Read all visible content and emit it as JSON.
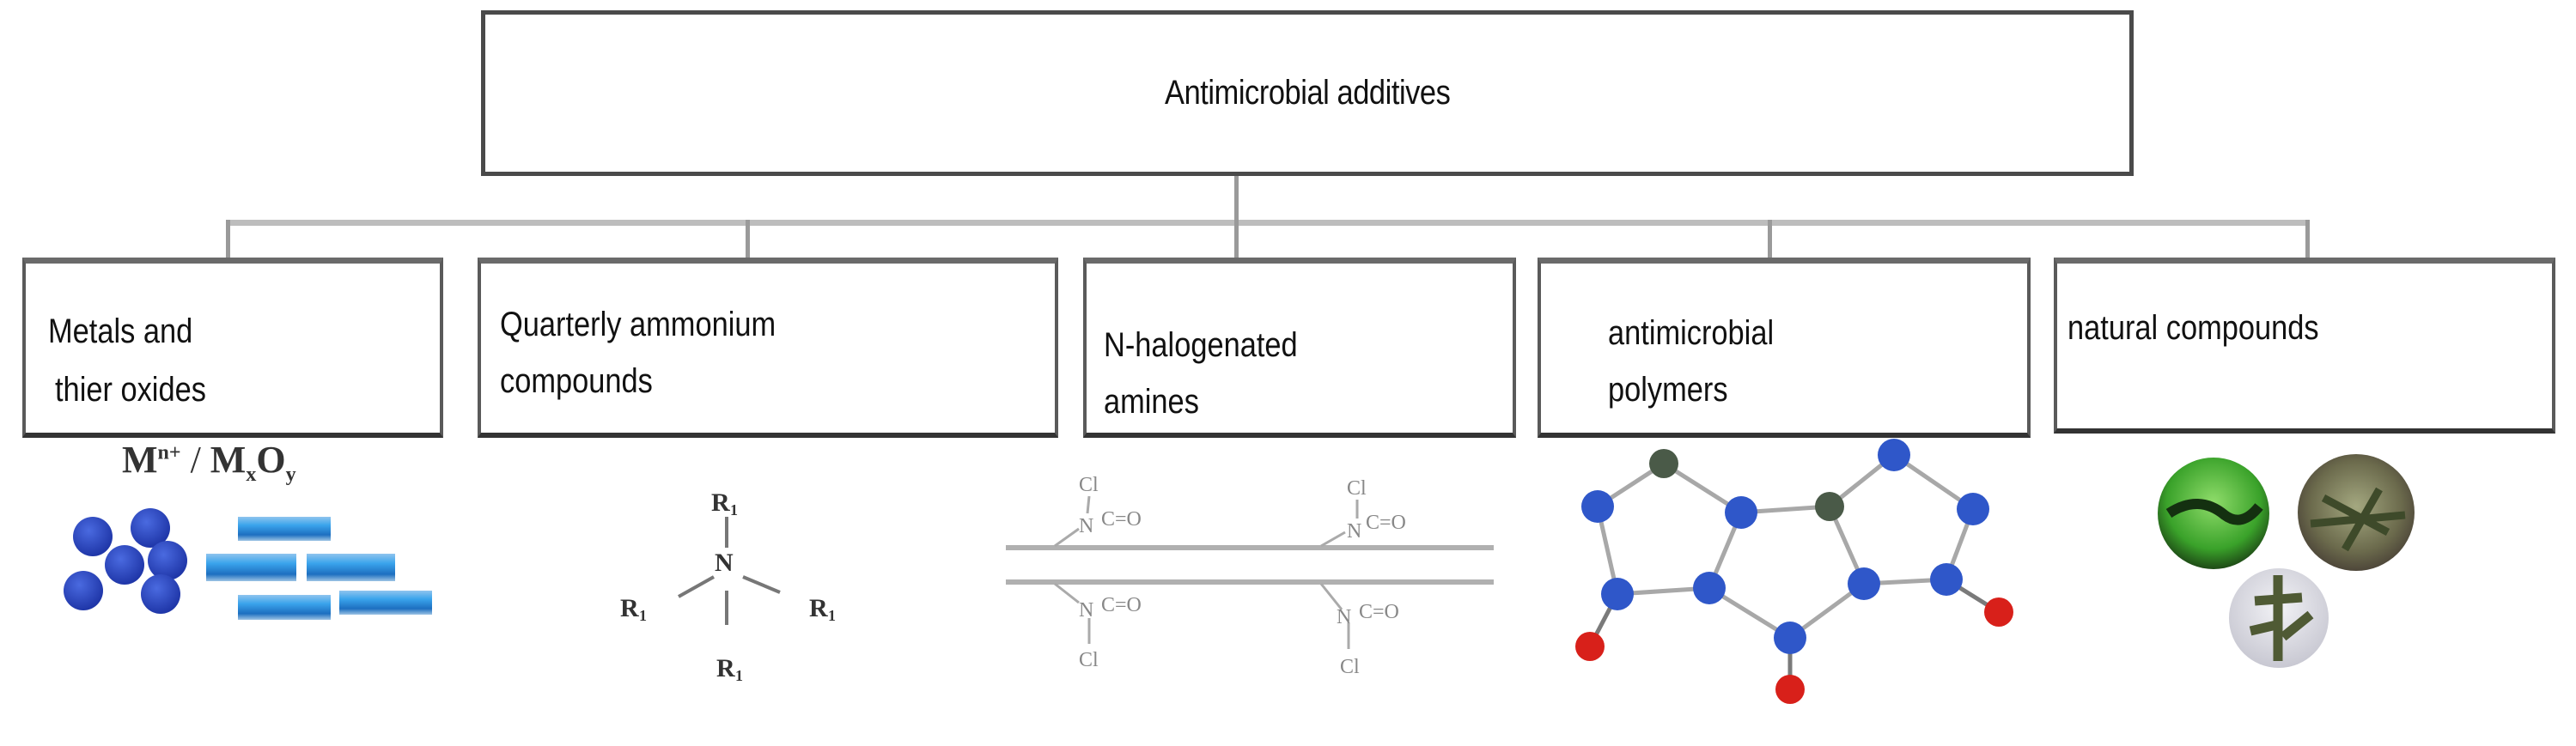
{
  "diagram": {
    "root": {
      "label": "Antimicrobial additives"
    },
    "categories": [
      {
        "label_line1": "Metals and",
        "label_line2": "thier oxides",
        "illustration": "metal-nanoparticles-and-oxide-rods"
      },
      {
        "label_line1": "Quarterly ammonium",
        "label_line2": "compounds",
        "illustration": "quaternary-ammonium-structure"
      },
      {
        "label_line1": "N-halogenated",
        "label_line2": "amines",
        "illustration": "n-halamine-polymer-chains"
      },
      {
        "label_line1": "antimicrobial",
        "label_line2": "polymers",
        "illustration": "polymer-molecule-ball-stick"
      },
      {
        "label_line1": "natural compounds",
        "label_line2": "",
        "illustration": "plant-photo-circles"
      }
    ],
    "metals": {
      "formula_ion": "M",
      "formula_ion_charge": "n+",
      "formula_sep": " / ",
      "formula_oxide_m": "M",
      "formula_oxide_x": "x",
      "formula_oxide_o": "O",
      "formula_oxide_y": "y"
    },
    "quaternary": {
      "center": "N",
      "substituent": "R",
      "substituent_index": "1"
    },
    "halamine": {
      "halogen": "Cl",
      "nitrogen": "N",
      "carbonyl": "C=O"
    },
    "colors": {
      "atom_blue": "#2f57c9",
      "atom_dark_green": "#4a5a48",
      "atom_red": "#d8201a",
      "bond_grey": "#a0a0a0",
      "rod_blue": "#2a8ad8",
      "sphere_blue": "#2b47b8",
      "box_border": "#4a4a4a",
      "connector_grey": "#bdbdbd"
    }
  }
}
